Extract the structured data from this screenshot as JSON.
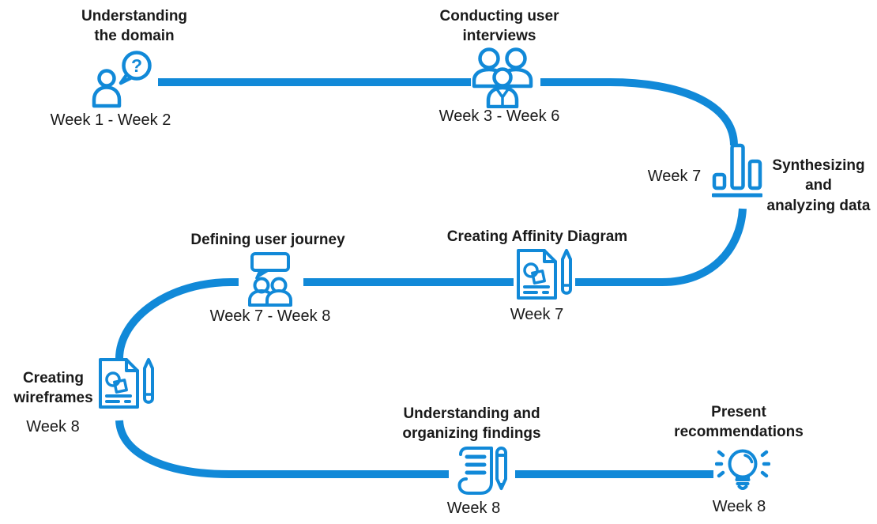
{
  "colors": {
    "accent": "#1189d8",
    "text": "#1a1a1a",
    "background": "#ffffff"
  },
  "question_mark": "?",
  "milestones": [
    {
      "title": "Understanding the domain",
      "lines": [
        "Understanding",
        "the domain"
      ],
      "weeks": "Week 1 - Week 2",
      "icon": "person-question"
    },
    {
      "title": "Conducting user interviews",
      "lines": [
        "Conducting user",
        "interviews"
      ],
      "weeks": "Week 3 - Week 6",
      "icon": "user-group"
    },
    {
      "title": "Synthesizing and analyzing data",
      "lines": [
        "Synthesizing",
        "and",
        "analyzing data"
      ],
      "weeks": "Week 7",
      "icon": "bar-chart"
    },
    {
      "title": "Creating Affinity Diagram",
      "lines": [
        "Creating Affinity Diagram"
      ],
      "weeks": "Week 7",
      "icon": "document-shapes-pencil"
    },
    {
      "title": "Defining user journey",
      "lines": [
        "Defining user journey"
      ],
      "weeks": "Week 7 - Week 8",
      "icon": "speech-bubble-people"
    },
    {
      "title": "Creating wireframes",
      "lines": [
        "Creating",
        "wireframes"
      ],
      "weeks": "Week 8",
      "icon": "document-shapes-pencil"
    },
    {
      "title": "Understanding and organizing findings",
      "lines": [
        "Understanding and",
        "organizing findings"
      ],
      "weeks": "Week 8",
      "icon": "notes-pencil"
    },
    {
      "title": "Present recommendations",
      "lines": [
        "Present",
        "recommendations"
      ],
      "weeks": "Week 8",
      "icon": "lightbulb"
    }
  ]
}
